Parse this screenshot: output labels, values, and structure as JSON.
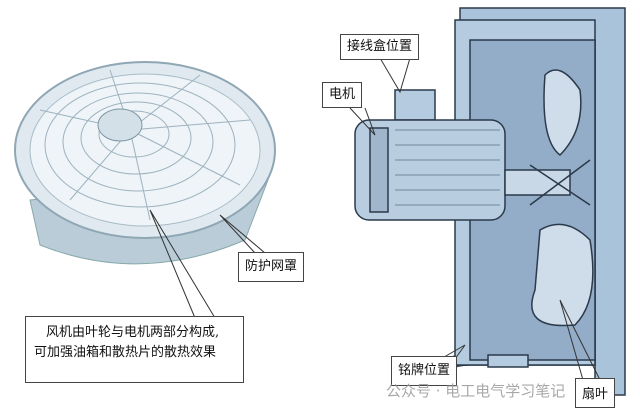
{
  "labels": {
    "junction_box": "接线盒位置",
    "motor": "电机",
    "guard": "防护网罩",
    "description_line1": "风机由叶轮与电机两部分构成,",
    "description_line2": "可加强油箱和散热片的散热效果",
    "nameplate": "铭牌位置",
    "blade": "扇叶"
  },
  "watermark": "公众号 · 电工电气学习笔记",
  "colors": {
    "fan_body": "#c9dbe6",
    "housing": "#a9c3da",
    "line": "#2a3a4a"
  }
}
